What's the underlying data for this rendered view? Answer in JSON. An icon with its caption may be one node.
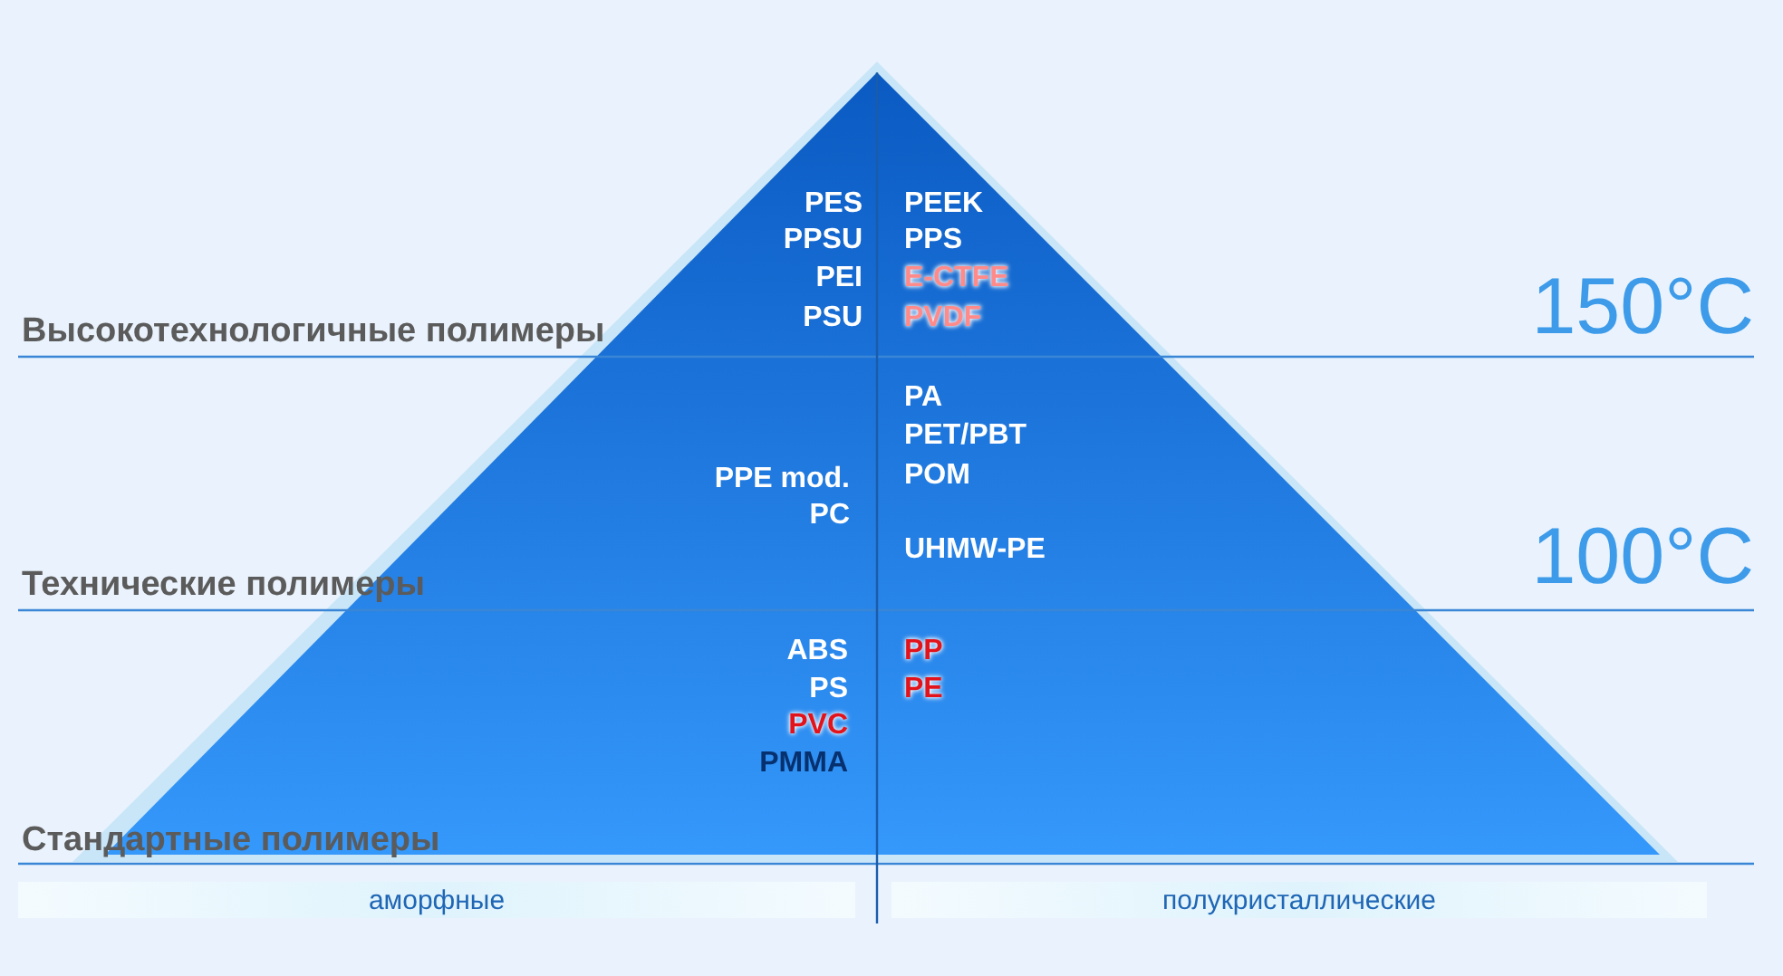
{
  "diagram": {
    "labels": [
      "PES",
      "PPSU",
      "PEI",
      "PSU",
      "PEEK",
      "PPS",
      "E-CTFE",
      "PVDF",
      "150°C",
      "Высокотехнологичные полимеры",
      "PPE mod.",
      "PC",
      "PA",
      "PET/PBT",
      "POM",
      "UHMW-PE",
      "100°C",
      "Технические полимеры",
      "ABS",
      "PS",
      "PVC",
      "PMMA",
      "PP",
      "PE",
      "Стандартные полимеры",
      "аморфные",
      "полукристаллические"
    ]
  }
}
